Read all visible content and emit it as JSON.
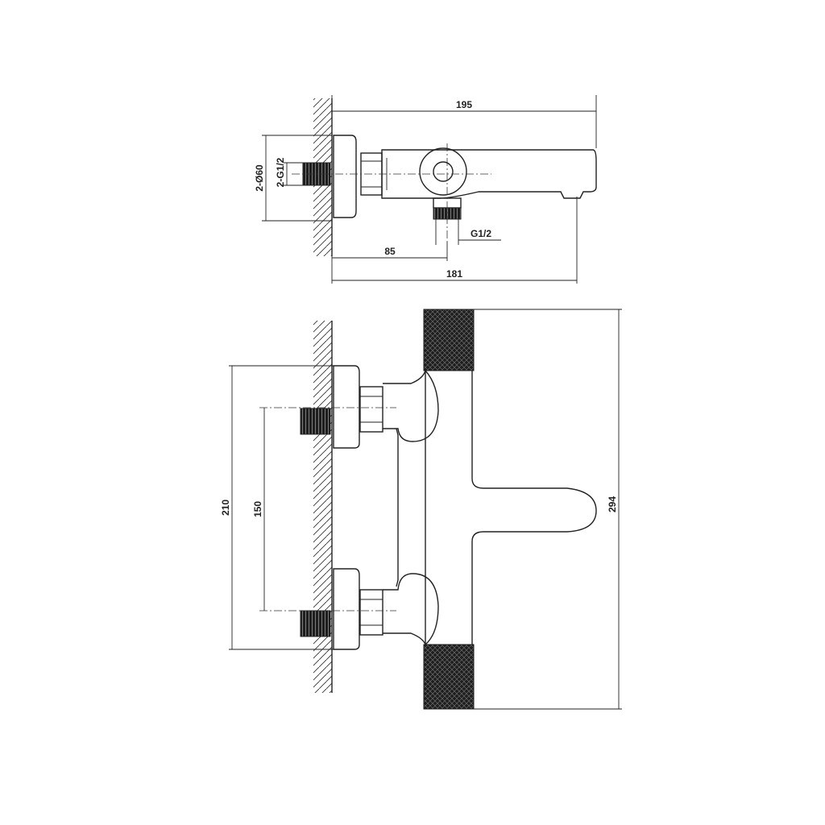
{
  "dimensions": {
    "overall_length": "195",
    "spout_reach": "181",
    "inlet_to_outlet": "85",
    "outlet_thread": "G1/2",
    "flange_diameter": "2-Ø60",
    "inlet_thread": "2-G1/2",
    "connection_spacing": "150",
    "flange_span": "210",
    "body_height": "294"
  },
  "colors": {
    "line": "#222222",
    "knurl": "#1e1e1e"
  }
}
